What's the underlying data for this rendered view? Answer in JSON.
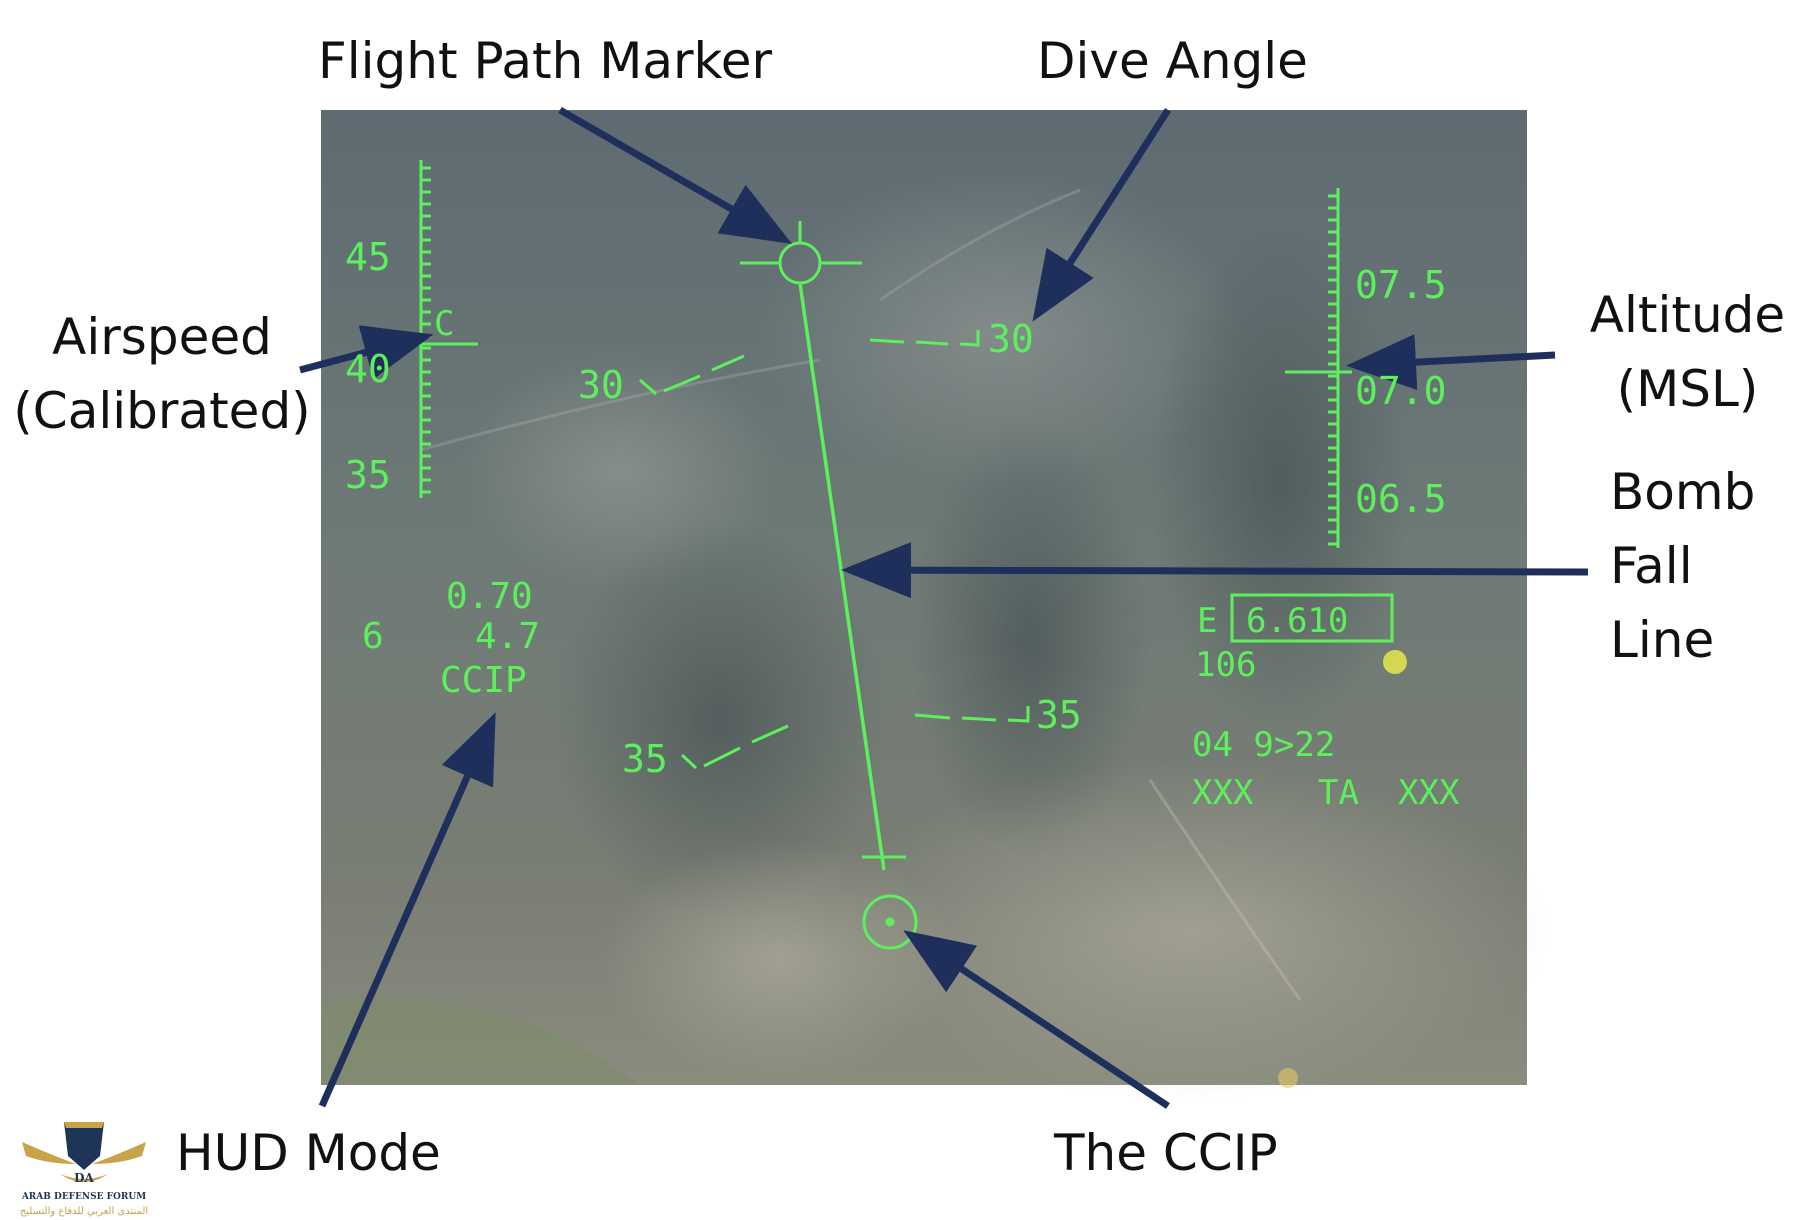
{
  "callouts": {
    "flight_path_marker": "Flight Path Marker",
    "dive_angle": "Dive Angle",
    "airspeed_line1": "Airspeed",
    "airspeed_line2": "(Calibrated)",
    "altitude_line1": "Altitude",
    "altitude_line2": "(MSL)",
    "bomb_fall_line1": "Bomb",
    "bomb_fall_line2": "Fall",
    "bomb_fall_line3": "Line",
    "hud_mode": "HUD Mode",
    "the_ccip": "The CCIP"
  },
  "hud": {
    "airspeed_ticks": [
      "45",
      "40",
      "35"
    ],
    "airspeed_marker": "C",
    "altitude_ticks": [
      "07.5",
      "07.0",
      "06.5"
    ],
    "pitch_left_top": "30",
    "pitch_right_top": "30",
    "pitch_left_bottom": "35",
    "pitch_right_bottom": "35",
    "left_data_1": "0.70",
    "left_data_2": "4.7",
    "left_data_6": "6",
    "hud_mode": "CCIP",
    "right_box_prefix": "E",
    "right_box_value": "6.610",
    "right_data_1": "106",
    "right_data_2": "04 9>22",
    "right_data_3_left": "XXX",
    "right_data_3_mid": "TA",
    "right_data_3_right": "XXX"
  },
  "logo": {
    "initials": "DA",
    "name": "ARAB DEFENSE FORUM",
    "name_arabic": "المنتدى العربي للدفاع والتسليح"
  },
  "colors": {
    "hud_symbology": "#5cf05c",
    "arrow": "#1f2f5c",
    "terrain_base": "#6c7c7a"
  }
}
